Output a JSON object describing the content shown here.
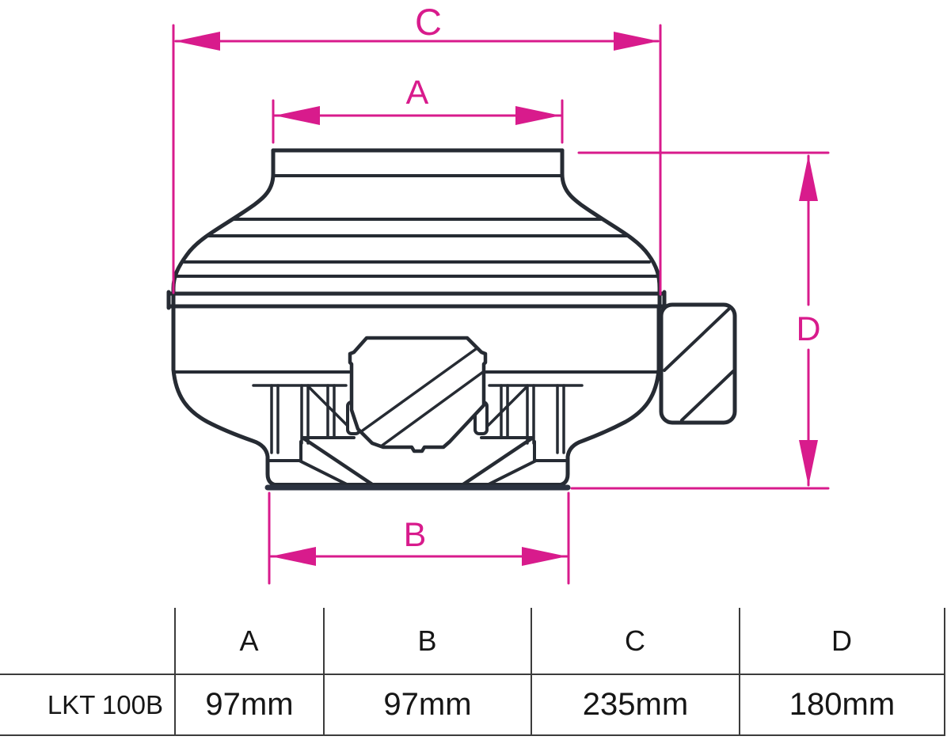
{
  "diagram": {
    "labels": {
      "a": "A",
      "b": "B",
      "c": "C",
      "d": "D"
    },
    "colors": {
      "dimension": "#d81b8c",
      "outline": "#262b33"
    }
  },
  "table": {
    "row_label": "LKT 100B",
    "headers": [
      "A",
      "B",
      "C",
      "D"
    ],
    "values": [
      "97mm",
      "97mm",
      "235mm",
      "180mm"
    ]
  }
}
